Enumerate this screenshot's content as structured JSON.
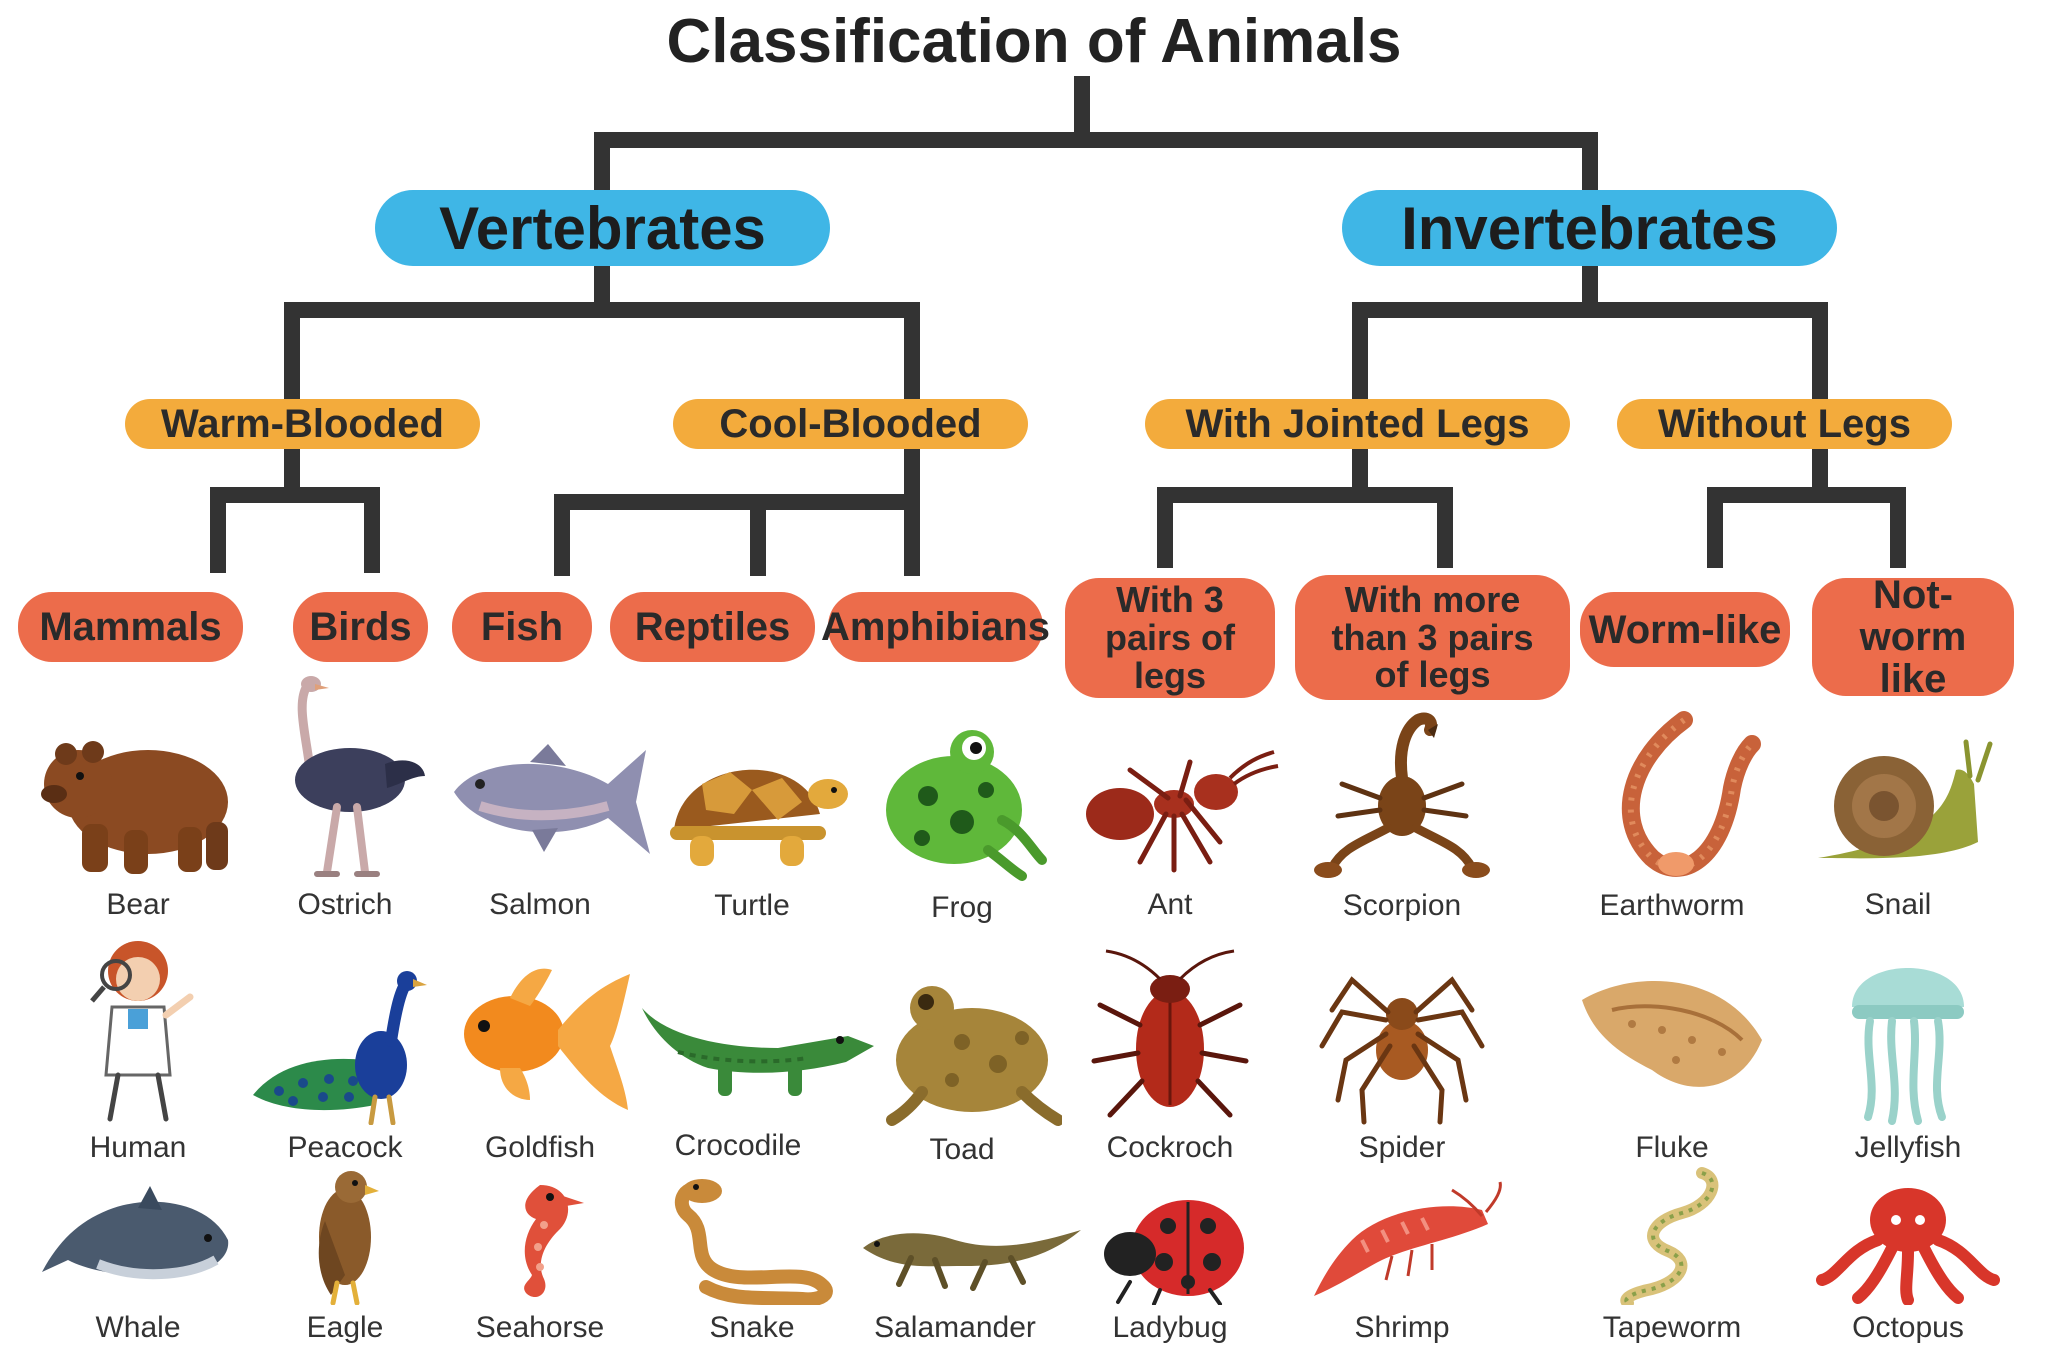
{
  "title": "Classification of Animals",
  "colors": {
    "line": "#333333",
    "vertebrates": "#3fb6e6",
    "subgroup": "#f3ab3c",
    "classes": "#ec6c4b"
  },
  "kingdom": {
    "vertebrates": "Vertebrates",
    "invertebrates": "Invertebrates"
  },
  "subgroups": {
    "warm_blooded": "Warm-Blooded",
    "cool_blooded": "Cool-Blooded",
    "jointed_legs": "With Jointed Legs",
    "without_legs": "Without Legs"
  },
  "classes": {
    "mammals": "Mammals",
    "birds": "Birds",
    "fish": "Fish",
    "reptiles": "Reptiles",
    "amphibians": "Amphibians",
    "three_pairs": "With 3 pairs of legs",
    "more_pairs": "With more than 3 pairs of legs",
    "worm_like": "Worm-like",
    "not_worm": "Not-worm like"
  },
  "animals": {
    "bear": {
      "label": "Bear",
      "icon": "bear-icon"
    },
    "human": {
      "label": "Human",
      "icon": "human-icon"
    },
    "whale": {
      "label": "Whale",
      "icon": "whale-icon"
    },
    "ostrich": {
      "label": "Ostrich",
      "icon": "ostrich-icon"
    },
    "peacock": {
      "label": "Peacock",
      "icon": "peacock-icon"
    },
    "eagle": {
      "label": "Eagle",
      "icon": "eagle-icon"
    },
    "salmon": {
      "label": "Salmon",
      "icon": "salmon-icon"
    },
    "goldfish": {
      "label": "Goldfish",
      "icon": "goldfish-icon"
    },
    "seahorse": {
      "label": "Seahorse",
      "icon": "seahorse-icon"
    },
    "turtle": {
      "label": "Turtle",
      "icon": "turtle-icon"
    },
    "crocodile": {
      "label": "Crocodile",
      "icon": "crocodile-icon"
    },
    "snake": {
      "label": "Snake",
      "icon": "snake-icon"
    },
    "frog": {
      "label": "Frog",
      "icon": "frog-icon"
    },
    "toad": {
      "label": "Toad",
      "icon": "toad-icon"
    },
    "salamander": {
      "label": "Salamander",
      "icon": "salamander-icon"
    },
    "ant": {
      "label": "Ant",
      "icon": "ant-icon"
    },
    "cockroch": {
      "label": "Cockroch",
      "icon": "cockroach-icon"
    },
    "ladybug": {
      "label": "Ladybug",
      "icon": "ladybug-icon"
    },
    "scorpion": {
      "label": "Scorpion",
      "icon": "scorpion-icon"
    },
    "spider": {
      "label": "Spider",
      "icon": "spider-icon"
    },
    "shrimp": {
      "label": "Shrimp",
      "icon": "shrimp-icon"
    },
    "earthworm": {
      "label": "Earthworm",
      "icon": "earthworm-icon"
    },
    "fluke": {
      "label": "Fluke",
      "icon": "fluke-icon"
    },
    "tapeworm": {
      "label": "Tapeworm",
      "icon": "tapeworm-icon"
    },
    "snail": {
      "label": "Snail",
      "icon": "snail-icon"
    },
    "jellyfish": {
      "label": "Jellyfish",
      "icon": "jellyfish-icon"
    },
    "octopus": {
      "label": "Octopus",
      "icon": "octopus-icon"
    }
  }
}
